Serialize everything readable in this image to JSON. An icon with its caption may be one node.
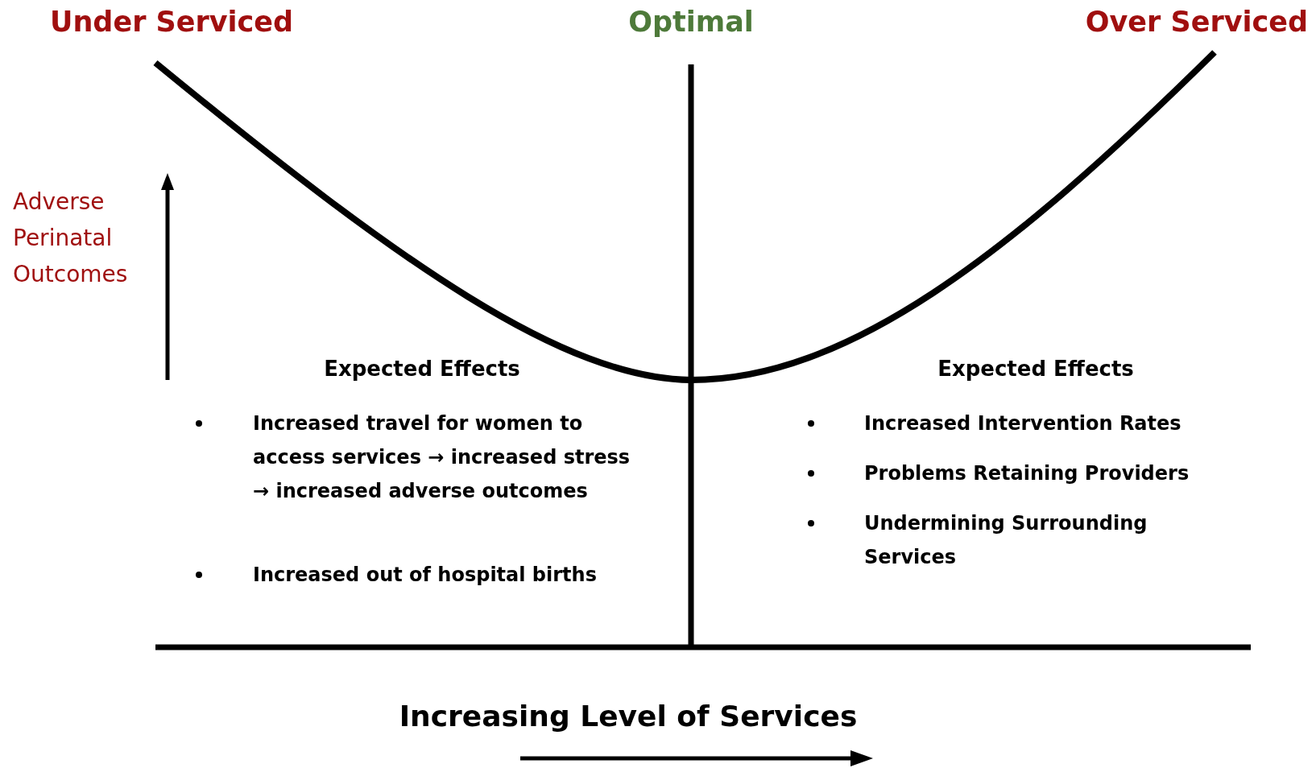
{
  "diagram": {
    "labels": [
      "Under Serviced",
      "Optimal",
      "Over Serviced",
      "Adverse Perinatal Outcomes",
      "Expected Effects",
      "Expected Effects",
      "Increased travel for women to access services → increased stress → increased adverse outcomes",
      "Increased out of hospital births",
      "Increased Intervention Rates",
      "Problems Retaining Providers",
      "Undermining Surrounding Services",
      "Increasing Level of Services"
    ]
  }
}
